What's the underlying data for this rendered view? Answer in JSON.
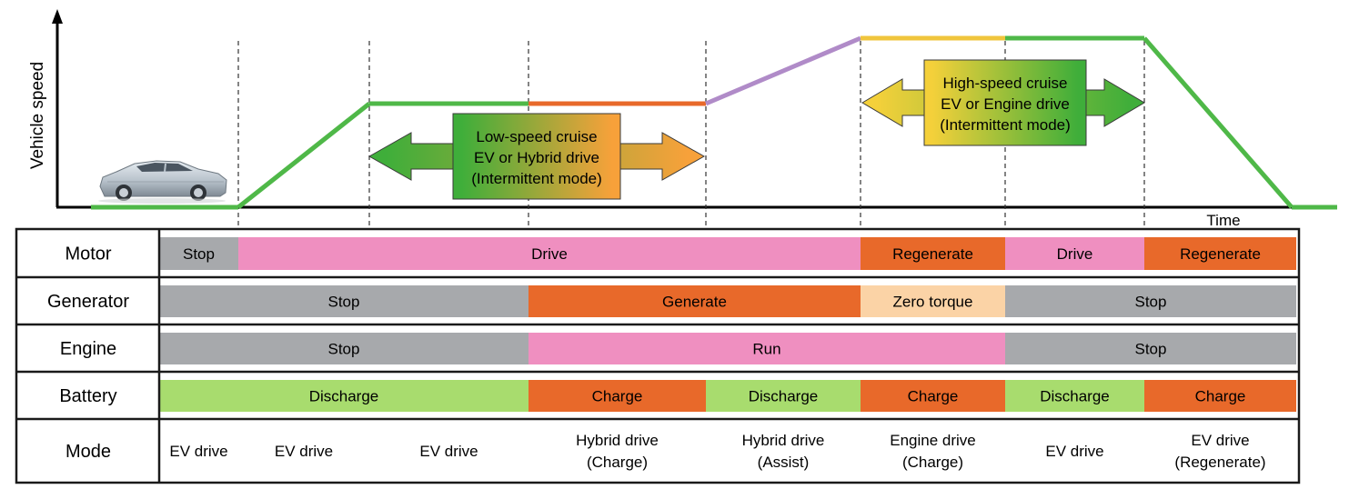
{
  "axes": {
    "y_label": "Vehicle speed",
    "x_label": "Time"
  },
  "annotations": {
    "low_speed": {
      "lines": [
        "Low-speed cruise",
        "EV or Hybrid drive",
        "(Intermittent mode)"
      ],
      "gradient": [
        "#3fae3a",
        "#f7a13a"
      ]
    },
    "high_speed": {
      "lines": [
        "High-speed cruise",
        "EV or Engine drive",
        "(Intermittent mode)"
      ],
      "gradient": [
        "#f4d03a",
        "#3fae3a"
      ]
    }
  },
  "speed_profile": [
    {
      "phase": "stop",
      "color": "#4fb848"
    },
    {
      "phase": "accelerate",
      "color": "#4fb848"
    },
    {
      "phase": "low-speed cruise EV",
      "color": "#4fb848"
    },
    {
      "phase": "low-speed cruise hybrid",
      "color": "#e8692a"
    },
    {
      "phase": "accelerate",
      "color": "#b08bc8"
    },
    {
      "phase": "high-speed cruise engine",
      "color": "#f0c53c"
    },
    {
      "phase": "high-speed cruise EV",
      "color": "#4fb848"
    },
    {
      "phase": "decelerate",
      "color": "#4fb848"
    },
    {
      "phase": "stop",
      "color": "#4fb848"
    }
  ],
  "colors": {
    "stop": "#a7a9ac",
    "drive": "#ef8fc0",
    "regenerate": "#e8692a",
    "generate": "#e8692a",
    "zero_torque": "#fbd3a6",
    "run": "#ef8fc0",
    "discharge": "#a8dc6e",
    "charge": "#e8692a"
  },
  "rows": [
    {
      "label": "Motor",
      "segments": [
        {
          "text": "Stop",
          "color": "stop"
        },
        {
          "text": "Drive",
          "color": "drive"
        },
        {
          "text": "Regenerate",
          "color": "regenerate"
        },
        {
          "text": "Drive",
          "color": "drive"
        },
        {
          "text": "Regenerate",
          "color": "regenerate"
        }
      ]
    },
    {
      "label": "Generator",
      "segments": [
        {
          "text": "Stop",
          "color": "stop"
        },
        {
          "text": "Generate",
          "color": "generate"
        },
        {
          "text": "Zero torque",
          "color": "zero_torque"
        },
        {
          "text": "Stop",
          "color": "stop"
        }
      ]
    },
    {
      "label": "Engine",
      "segments": [
        {
          "text": "Stop",
          "color": "stop"
        },
        {
          "text": "Run",
          "color": "run"
        },
        {
          "text": "Stop",
          "color": "stop"
        }
      ]
    },
    {
      "label": "Battery",
      "segments": [
        {
          "text": "Discharge",
          "color": "discharge"
        },
        {
          "text": "Charge",
          "color": "charge"
        },
        {
          "text": "Discharge",
          "color": "discharge"
        },
        {
          "text": "Charge",
          "color": "charge"
        },
        {
          "text": "Discharge",
          "color": "discharge"
        },
        {
          "text": "Charge",
          "color": "charge"
        }
      ]
    },
    {
      "label": "Mode",
      "segments": [
        {
          "text": "EV drive"
        },
        {
          "text": "EV drive"
        },
        {
          "text": "EV drive"
        },
        {
          "text": "Hybrid drive\n(Charge)"
        },
        {
          "text": "Hybrid drive\n(Assist)"
        },
        {
          "text": "Engine drive\n(Charge)"
        },
        {
          "text": "EV drive"
        },
        {
          "text": "EV drive\n(Regenerate)"
        }
      ]
    }
  ]
}
